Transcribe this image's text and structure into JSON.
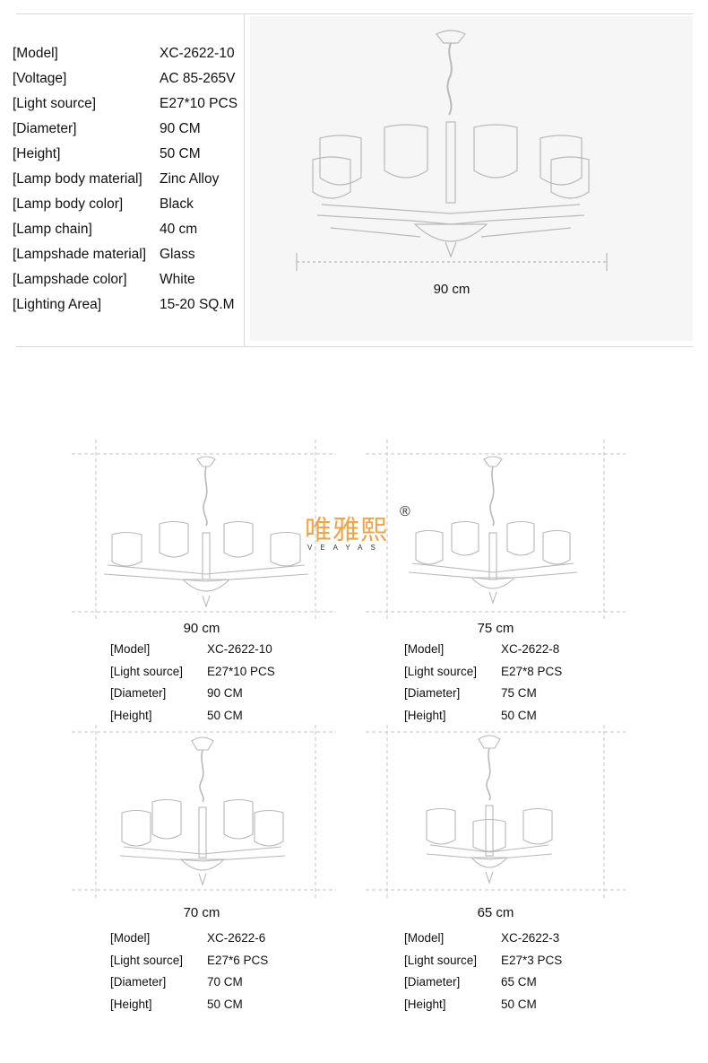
{
  "specs": [
    {
      "key": "[Model]",
      "value": "XC-2622-10"
    },
    {
      "key": "[Voltage]",
      "value": "AC 85-265V"
    },
    {
      "key": "[Light source]",
      "value": "E27*10 PCS"
    },
    {
      "key": "[Diameter]",
      "value": "90 CM"
    },
    {
      "key": "[Height]",
      "value": "50 CM"
    },
    {
      "key": "[Lamp body material]",
      "value": "Zinc Alloy"
    },
    {
      "key": "[Lamp body color]",
      "value": "Black"
    },
    {
      "key": "[Lamp chain]",
      "value": "40 cm"
    },
    {
      "key": "[Lampshade material]",
      "value": "Glass"
    },
    {
      "key": "[Lampshade color]",
      "value": "White"
    },
    {
      "key": "[Lighting Area]",
      "value": "15-20 SQ.M"
    }
  ],
  "hero": {
    "dimension": "90 cm"
  },
  "brand": {
    "chinese": "唯雅熙",
    "registered": "®",
    "latin": "VEAYAS"
  },
  "variants": [
    {
      "dimension": "90 cm",
      "rows": [
        {
          "key": "[Model]",
          "value": "XC-2622-10"
        },
        {
          "key": "[Light source]",
          "value": "E27*10 PCS"
        },
        {
          "key": "[Diameter]",
          "value": "90 CM"
        },
        {
          "key": "[Height]",
          "value": "50 CM"
        }
      ]
    },
    {
      "dimension": "75 cm",
      "rows": [
        {
          "key": "[Model]",
          "value": "XC-2622-8"
        },
        {
          "key": "[Light source]",
          "value": "E27*8 PCS"
        },
        {
          "key": "[Diameter]",
          "value": "75 CM"
        },
        {
          "key": "[Height]",
          "value": "50 CM"
        }
      ]
    },
    {
      "dimension": "70 cm",
      "rows": [
        {
          "key": "[Model]",
          "value": "XC-2622-6"
        },
        {
          "key": "[Light source]",
          "value": "E27*6 PCS"
        },
        {
          "key": "[Diameter]",
          "value": "70 CM"
        },
        {
          "key": "[Height]",
          "value": "50 CM"
        }
      ]
    },
    {
      "dimension": "65 cm",
      "rows": [
        {
          "key": "[Model]",
          "value": "XC-2622-3"
        },
        {
          "key": "[Light source]",
          "value": "E27*3 PCS"
        },
        {
          "key": "[Diameter]",
          "value": "65 CM"
        },
        {
          "key": "[Height]",
          "value": "50 CM"
        }
      ]
    }
  ],
  "colors": {
    "brand": "#f0a446",
    "lineart": "#b9b9b9",
    "divider": "#d8d8d8",
    "hero_bg": "#f6f6f6"
  }
}
